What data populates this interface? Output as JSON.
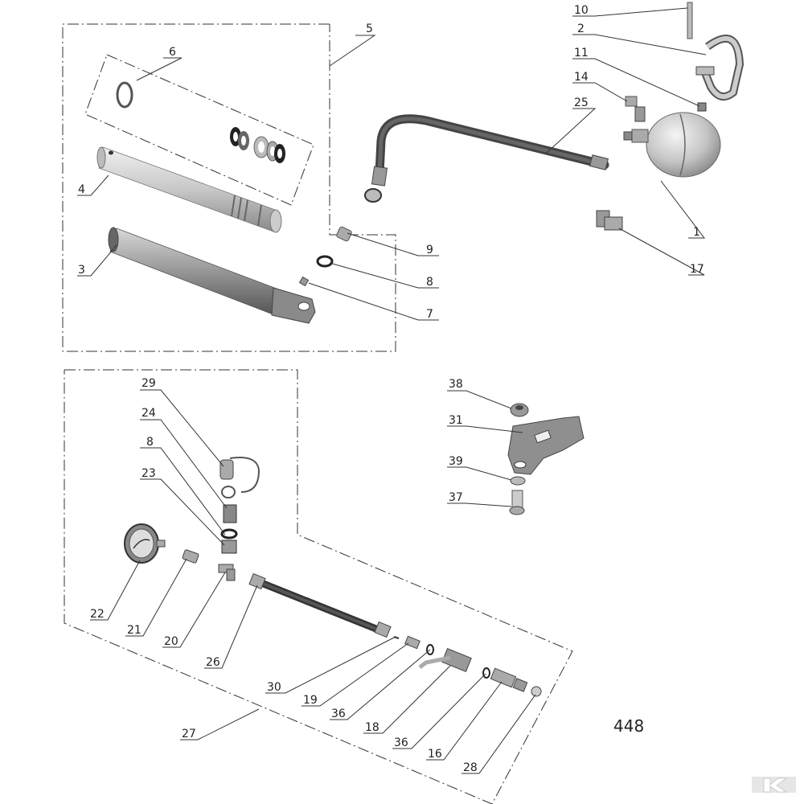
{
  "figure_number": "448",
  "callouts": {
    "c1": "1",
    "c2": "2",
    "c3": "3",
    "c4": "4",
    "c5": "5",
    "c6": "6",
    "c7": "7",
    "c8": "8",
    "c9": "9",
    "c10": "10",
    "c11": "11",
    "c14": "14",
    "c16": "16",
    "c17": "17",
    "c18": "18",
    "c19": "19",
    "c20": "20",
    "c21": "21",
    "c22": "22",
    "c23": "23",
    "c24": "24",
    "c25": "25",
    "c26": "26",
    "c27": "27",
    "c28": "28",
    "c29": "29",
    "c30": "30",
    "c31": "31",
    "c36a": "36",
    "c36b": "36",
    "c37": "37",
    "c38": "38",
    "c39": "39",
    "c8b": "8"
  },
  "colors": {
    "part": "#9a9a9a",
    "dark": "#3a3a3a",
    "hose": "#4a4a4a",
    "line": "#333333"
  }
}
